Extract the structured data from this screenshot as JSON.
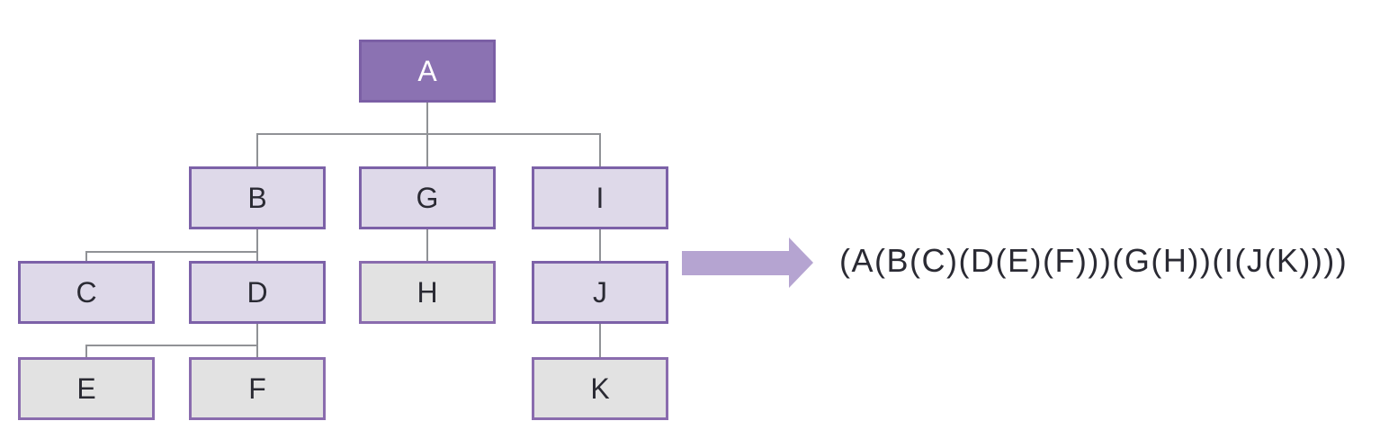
{
  "tree": {
    "nodes": [
      {
        "id": "A",
        "label": "A",
        "variant": "root"
      },
      {
        "id": "B",
        "label": "B",
        "variant": "lavender"
      },
      {
        "id": "G",
        "label": "G",
        "variant": "lavender"
      },
      {
        "id": "I",
        "label": "I",
        "variant": "lavender"
      },
      {
        "id": "C",
        "label": "C",
        "variant": "lavender"
      },
      {
        "id": "D",
        "label": "D",
        "variant": "lavender"
      },
      {
        "id": "H",
        "label": "H",
        "variant": "gray"
      },
      {
        "id": "J",
        "label": "J",
        "variant": "lavender"
      },
      {
        "id": "E",
        "label": "E",
        "variant": "gray"
      },
      {
        "id": "F",
        "label": "F",
        "variant": "gray"
      },
      {
        "id": "K",
        "label": "K",
        "variant": "gray"
      }
    ],
    "edges": [
      [
        "A",
        "B"
      ],
      [
        "A",
        "G"
      ],
      [
        "A",
        "I"
      ],
      [
        "B",
        "C"
      ],
      [
        "B",
        "D"
      ],
      [
        "D",
        "E"
      ],
      [
        "D",
        "F"
      ],
      [
        "G",
        "H"
      ],
      [
        "I",
        "J"
      ],
      [
        "J",
        "K"
      ]
    ]
  },
  "serialization": {
    "text": "(A(B(C)(D(E)(F)))(G(H))(I(J(K))))"
  },
  "colors": {
    "root_fill": "#8b72b2",
    "root_border": "#7b5fa5",
    "root_text": "#ffffff",
    "lavender_fill": "#ded9e9",
    "gray_fill": "#e2e2e2",
    "node_border": "#8166ab",
    "connector": "#909296",
    "arrow": "#b5a4d1",
    "serialized_text_color": "#2a2a33"
  }
}
